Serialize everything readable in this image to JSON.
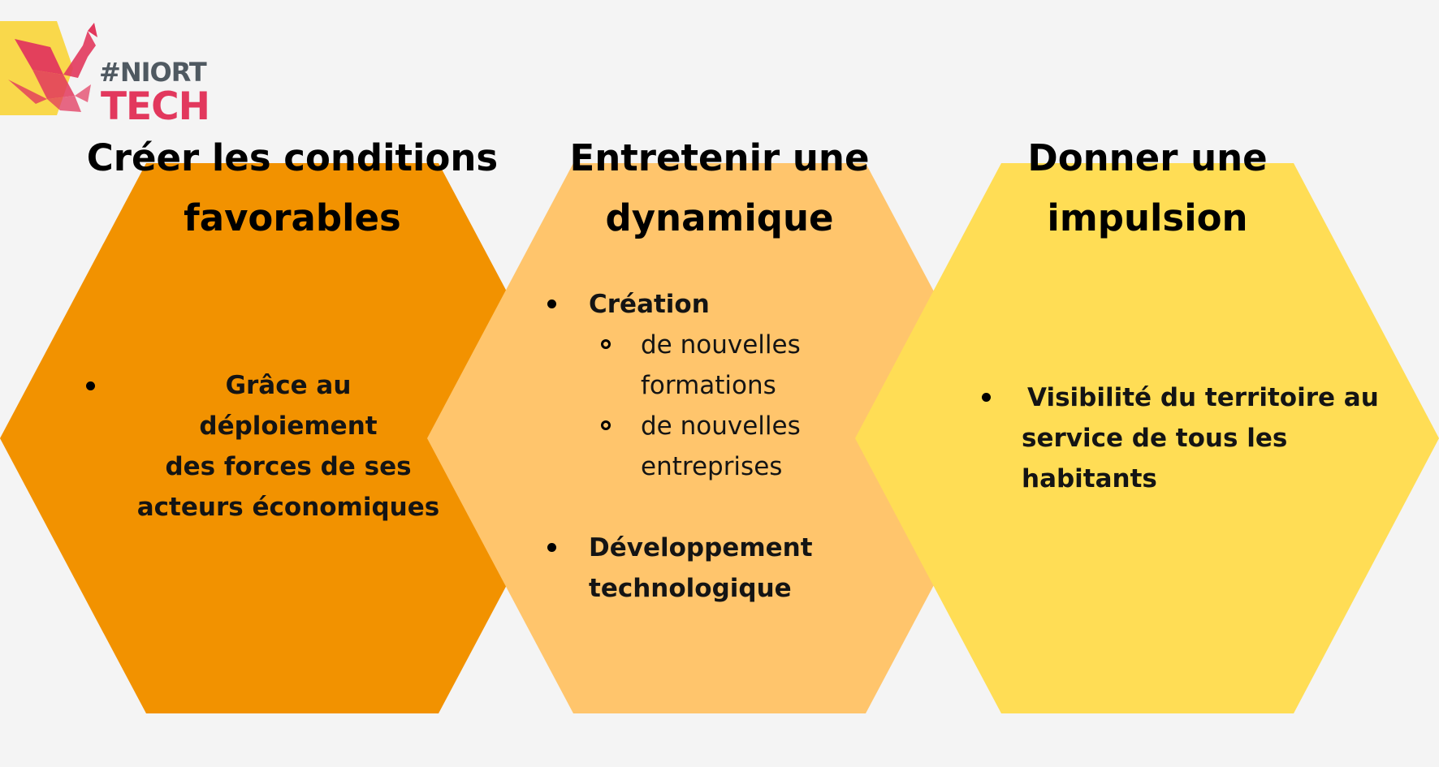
{
  "logo": {
    "hash_text": "#NIORT",
    "tech_text": "TECH",
    "shape_color": "#f9d84b",
    "bird_color": "#e2385d"
  },
  "hexagons": [
    {
      "color": "#f29200",
      "title_line1": "Créer les conditions",
      "title_line2": "favorables",
      "bullet_lines": [
        "Grâce au déploiement",
        "des forces de ses",
        "acteurs économiques"
      ]
    },
    {
      "color": "#ffc56c",
      "title_line1": "Entretenir une",
      "title_line2": "dynamique",
      "item1": {
        "label": "Création",
        "sub1_line1": "de nouvelles",
        "sub1_line2": "formations",
        "sub2_line1": "de nouvelles",
        "sub2_line2": "entreprises"
      },
      "item2": {
        "line1": "Développement",
        "line2": "technologique"
      }
    },
    {
      "color": "#ffdd55",
      "title_line1": "Donner une",
      "title_line2": "impulsion",
      "bullet_lines": [
        "Visibilité du territoire au",
        "service de tous les",
        "habitants"
      ]
    }
  ]
}
